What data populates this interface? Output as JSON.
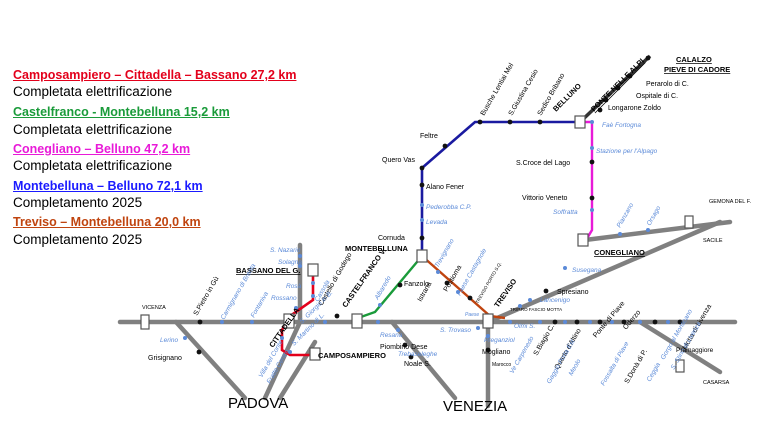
{
  "legend": [
    {
      "title": "Camposampiero – Cittadella – Bassano 27,2 km",
      "status": "Completata elettrificazione",
      "color": "#e3001b"
    },
    {
      "title": "Castelfranco - Montebelluna 15,2 km",
      "status": "Completata elettrificazione",
      "color": "#1a9b3a"
    },
    {
      "title": "Conegliano – Belluno 47,2 km",
      "status": "Completata elettrificazione",
      "color": "#e81ad8"
    },
    {
      "title": "Montebelluna – Belluno 72,1 km",
      "status": "Completamento 2025",
      "color": "#1a1aff"
    },
    {
      "title": "Treviso – Montebelluna 20,0 km",
      "status": "Completamento 2025",
      "color": "#c0440f"
    }
  ],
  "lines": {
    "red": "#e3001b",
    "green": "#1a9b3a",
    "magenta": "#e81ad8",
    "blue": "#1a1aa0",
    "orange": "#c0440f",
    "grey": "#808080",
    "light_station": "#5b8ad8"
  },
  "cities": {
    "padova": "PADOVA",
    "venezia": "VENEZIA"
  },
  "stations_bold": {
    "calalzo": "CALALZO",
    "pieve": "PIEVE DI CADORE",
    "ponte_alpi": "PONTE NELLE ALPI",
    "belluno": "BELLUNO",
    "montebelluna": "MONTEBELLUNA",
    "bassano": "BASSANO DEL G.",
    "castelfranco": "CASTELFRANCO V.",
    "cittadella": "CITTADELLA",
    "camposampiero": "CAMPOSAMPIERO",
    "treviso": "TREVISO",
    "conegliano": "CONEGLIANO"
  },
  "stations": {
    "perarolo": "Perarolo di C.",
    "ospitale": "Ospitale di C.",
    "longarone": "Longarone Zoldo",
    "busche": "Busche Lentiai Mel",
    "sgiustina": "S.Giustina Cesio",
    "sedico": "Sedico Bribano",
    "feltre": "Feltre",
    "quero": "Quero Vas",
    "alano": "Alano Fener",
    "cornuda": "Cornuda",
    "scroce": "S.Croce del Lago",
    "vittorio": "Vittorio Veneto",
    "fanzolo": "Fanzolo",
    "istrana": "Istrana",
    "postioma": "Postioma",
    "castello": "Castello di Godego",
    "spietro": "S.Pietro in Gù",
    "grisignano": "Grisignano",
    "piombino": "Piombino Dese",
    "noale": "Noale S.",
    "mogliano": "Mogliano",
    "spresiano": "Spresiano",
    "lancenigo": "Lancenigo",
    "sbiagio": "S.Biagio C.",
    "quarto": "Quarto d'Altino",
    "pontepiave": "Ponte di Piave",
    "oderzo": "Oderzo",
    "sdona": "S.Donà di P.",
    "motta": "Motta di Livenza",
    "vicenza": "VICENZA",
    "gemona": "GEMONA DEL F.",
    "sacile": "SACILE",
    "casarsa": "CASARSA",
    "trevisoporto": "TREVISO PORTO S.Q.",
    "tripfascio": "TRIP.RO FASCIO MOTTA",
    "marocco": "Marocco"
  },
  "stations_light": {
    "faefortogna": "Faè Fortogna",
    "alpago": "Stazione per l'Alpago",
    "soffratta": "Soffratta",
    "pederobba": "Pederobba C.P.",
    "levada": "Levada",
    "albaredo": "Albaredo",
    "trevignano": "Trevignano",
    "paese": "Paese Castagnole",
    "paese2": "Paese",
    "snazario": "S. Nazario",
    "solagna": "Solagna",
    "rosa": "Rosà",
    "rossano": "Rossano",
    "cassola": "Cassola",
    "carmignano": "Carmignano di Brenta",
    "fontaniva": "Fontaniva",
    "sgiorgio": "S. Giorgio in B.",
    "smartino": "S. Martino di L.",
    "villaconte": "Villa del Conte",
    "frattecentro": "Fratte Centro",
    "lerino": "Lerino",
    "resana": "Resana",
    "trebaseleghe": "Trebaseleghe",
    "strovaso": "S. Trovaso",
    "preganziol": "Preganziol",
    "olmi": "Olmi S.",
    "vecarpenedo": "Ve Carpenedo",
    "gaggio": "Gaggio Porta Est",
    "meolo": "Meolo",
    "fossalta": "Fossalta di Piave",
    "ceggia": "Ceggia",
    "gorgo": "Gorgo al Monticano",
    "ss": "S. Stino di Livenza",
    "pramaggiore": "Pramaggiore",
    "susegana": "Susegana",
    "pianzano": "Pianzano",
    "orsago": "Orsago"
  }
}
